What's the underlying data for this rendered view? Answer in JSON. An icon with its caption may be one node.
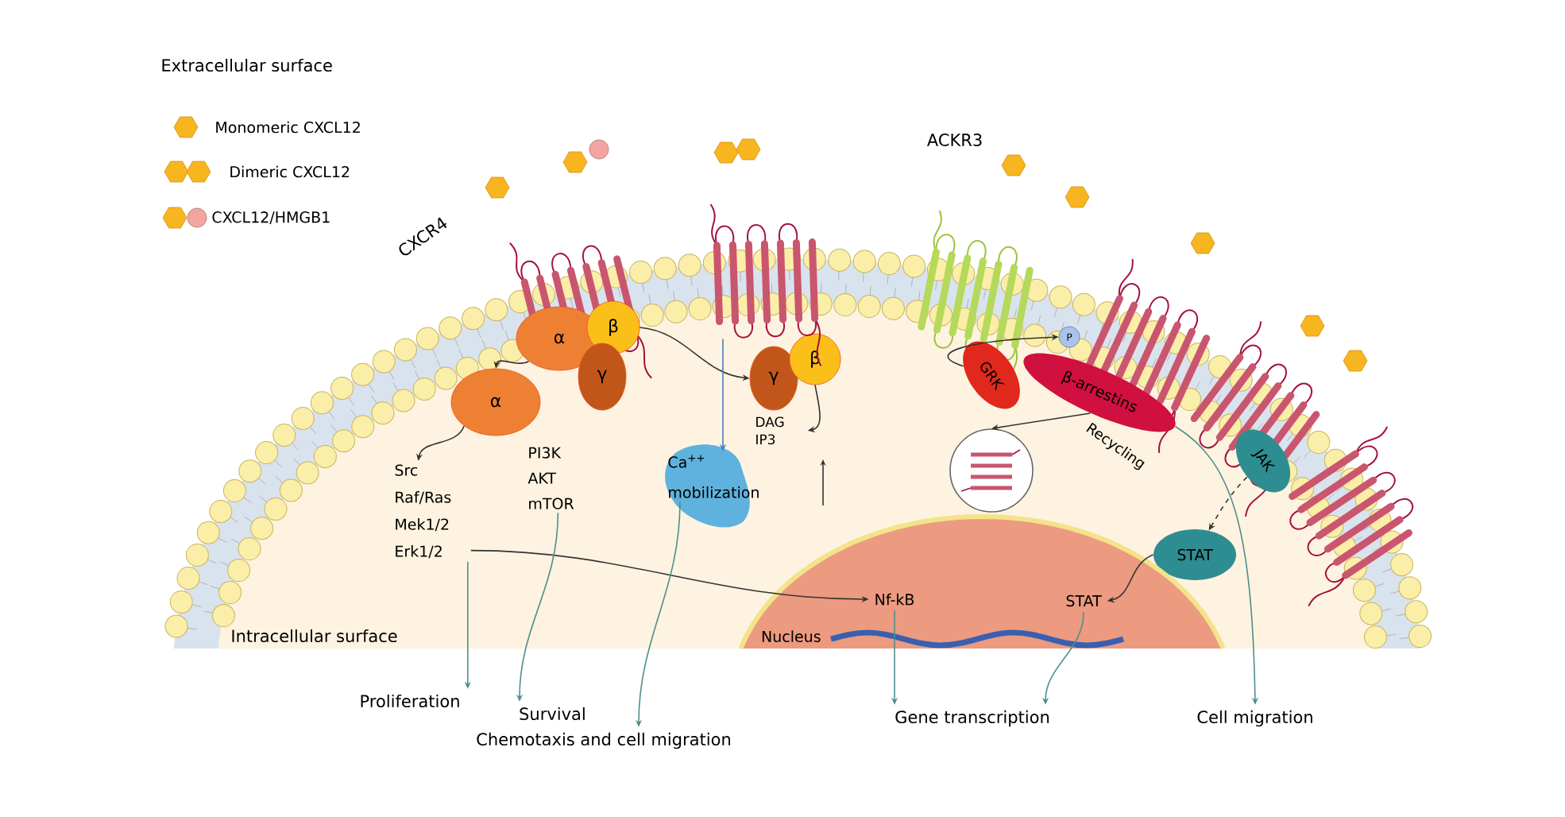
{
  "diagram": {
    "nodes": [
      {
        "text": [
          "α"
        ]
      },
      {
        "text": [
          "β"
        ]
      },
      {
        "text": [
          "γ"
        ]
      },
      {
        "text": [
          "α"
        ]
      },
      {
        "text": [
          "γ"
        ]
      },
      {
        "text": [
          "β"
        ]
      },
      {
        "text": [
          "Src Raf/Ras Mek1/2 Erk1/2"
        ]
      },
      {
        "text": [
          "PI3K AKT mTOR"
        ]
      },
      {
        "text": [
          "Ca$^{++}$ mobilization"
        ]
      },
      {
        "text": [
          "DAG IP3"
        ]
      },
      {
        "text": [
          "GRK"
        ]
      },
      {
        "text": [
          "β-arrestins"
        ]
      },
      {
        "text": [
          "P"
        ]
      },
      {
        "text": [],
        "shape": "circle"
      },
      {
        "text": [
          "JAK"
        ]
      },
      {
        "text": [
          "STAT"
        ]
      },
      {
        "text": [
          "Nucleus"
        ]
      },
      {
        "text": [
          "Nf-kB"
        ],
        "in": 16
      },
      {
        "text": [
          "STAT"
        ],
        "in": 16
      },
      {
        "text": [
          "Proliferation"
        ]
      },
      {
        "text": [
          "Survival"
        ]
      },
      {
        "text": [
          "Chemotaxis and cell migration"
        ]
      },
      {
        "text": [
          "Gene transcription"
        ]
      },
      {
        "text": [
          "Cell migration"
        ]
      },
      {
        "text": [],
        "shape": "picture"
      }
    ],
    "edges": [
      {
        "from": 0,
        "to": 3,
        "arrow": "to"
      },
      {
        "from": 1,
        "to": 4,
        "arrow": "to"
      },
      {
        "from": 24,
        "to": 8,
        "arrow": "to",
        "color": "#4d7cc2"
      },
      {
        "from": 3,
        "to": 6,
        "arrow": "to"
      },
      {
        "from": 5,
        "to": 9,
        "arrow": "to"
      },
      {
        "from": 6,
        "to": 19,
        "arrow": "to",
        "color": "#4f8f8f"
      },
      {
        "from": 6,
        "to": 17,
        "arrow": "to"
      },
      {
        "from": 7,
        "to": 20,
        "arrow": "to",
        "color": "#4f8f8f"
      },
      {
        "from": 8,
        "to": 21,
        "arrow": "to",
        "color": "#4f8f8f"
      },
      {
        "from": 10,
        "to": 12,
        "arrow": "to"
      },
      {
        "from": 11,
        "to": 13,
        "arrow": "to",
        "label": "Recycling"
      },
      {
        "from": 14,
        "to": 15,
        "arrow": "to",
        "style": "dashed"
      },
      {
        "from": 15,
        "to": 18,
        "arrow": "to"
      },
      {
        "from": 17,
        "to": 22,
        "arrow": "to",
        "color": "#4f8f8f"
      },
      {
        "from": 18,
        "to": 22,
        "arrow": "to",
        "color": "#4f8f8f"
      },
      {
        "from": 11,
        "to": 23,
        "arrow": "to",
        "color": "#4f8f8f"
      }
    ],
    "labels": [
      "Extracellular surface",
      "CXCR4",
      "ACKR3",
      "Intracellular surface"
    ],
    "legend": [
      {
        "text": "Monomeric CXCL12"
      },
      {
        "text": "Dimeric CXCL12"
      },
      {
        "text": "CXCL12/HMGB1"
      }
    ]
  }
}
